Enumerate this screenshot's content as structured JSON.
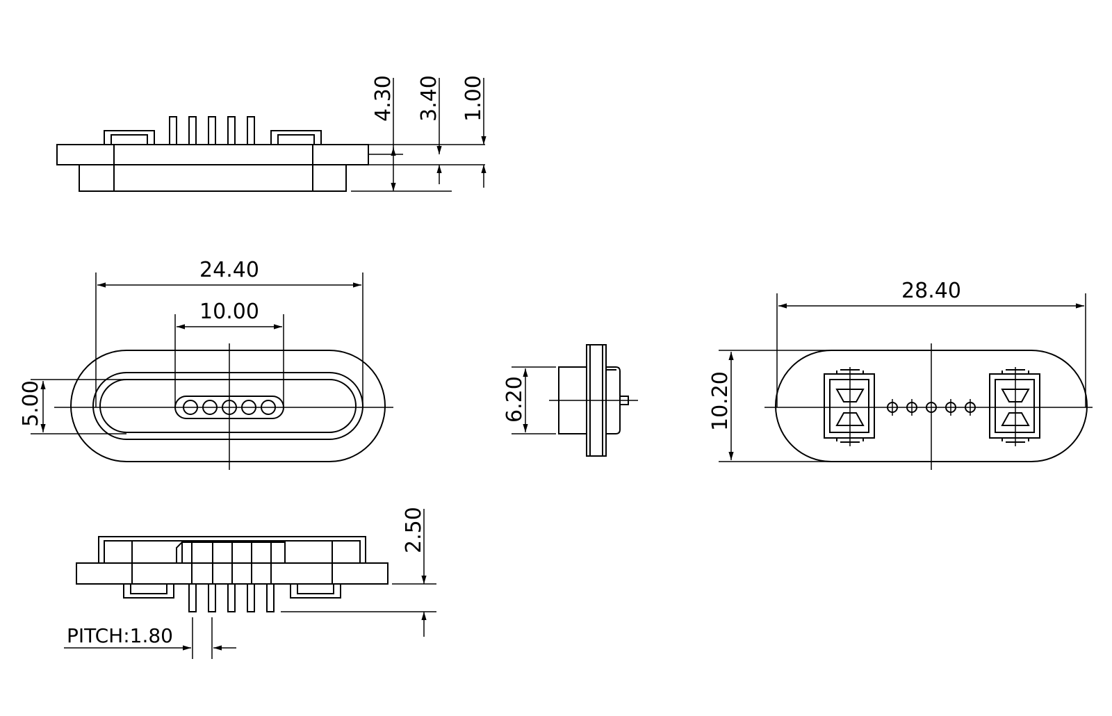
{
  "dimensions": {
    "top_h_4_30": "4.30",
    "top_h_3_40": "3.40",
    "top_h_1_00": "1.00",
    "front_width_24_40": "24.40",
    "front_slot_10_00": "10.00",
    "front_height_5_00": "5.00",
    "side_height_6_20": "6.20",
    "rear_width_28_40": "28.40",
    "rear_height_10_20": "10.20",
    "bottom_h_2_50": "2.50",
    "pitch": "PITCH:1.80"
  },
  "pin_count": 5,
  "colors": {
    "line": "#000000",
    "background": "#ffffff"
  }
}
